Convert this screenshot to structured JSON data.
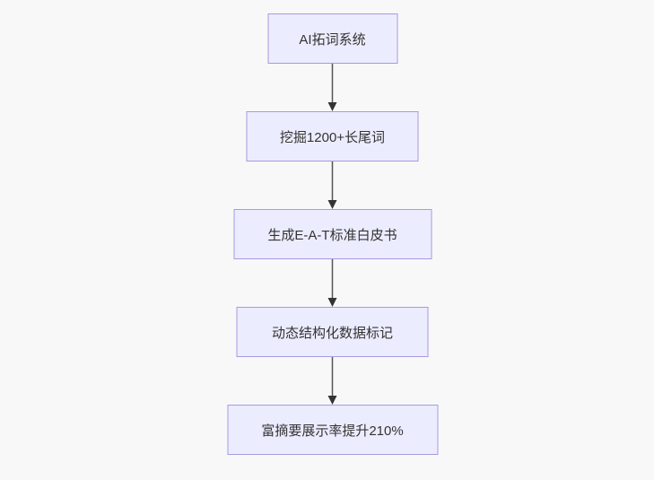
{
  "diagram": {
    "type": "flowchart",
    "direction": "top-down",
    "nodes": [
      {
        "id": "step-1",
        "label": "AI拓词系统"
      },
      {
        "id": "step-2",
        "label": "挖掘1200+长尾词"
      },
      {
        "id": "step-3",
        "label": "生成E-A-T标准白皮书"
      },
      {
        "id": "step-4",
        "label": "动态结构化数据标记"
      },
      {
        "id": "step-5",
        "label": "富摘要展示率提升210%"
      }
    ],
    "edges": [
      {
        "from": "step-1",
        "to": "step-2"
      },
      {
        "from": "step-2",
        "to": "step-3"
      },
      {
        "from": "step-3",
        "to": "step-4"
      },
      {
        "from": "step-4",
        "to": "step-5"
      }
    ],
    "colors": {
      "node_fill": "#ececff",
      "node_border": "#a79ae0",
      "arrow_line": "#555555",
      "arrow_head": "#333333",
      "background": "#f8f8f8",
      "text": "#333333"
    }
  }
}
